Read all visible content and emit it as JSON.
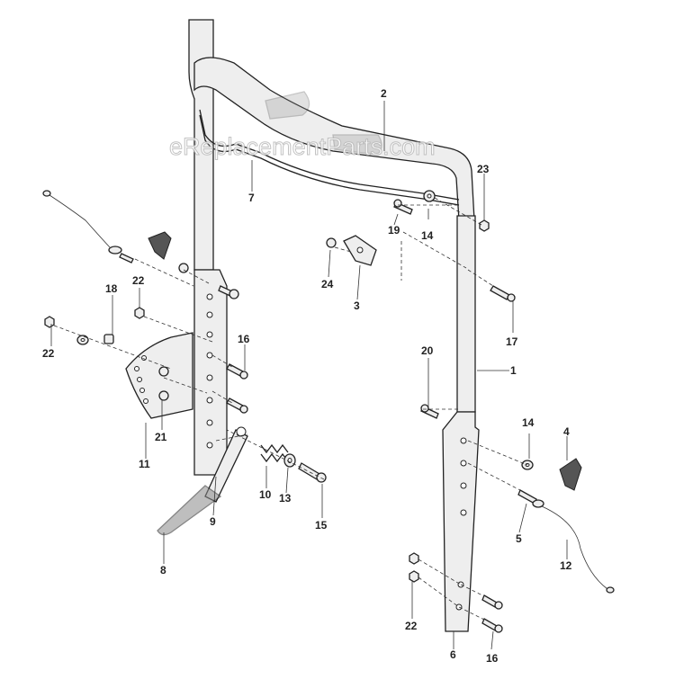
{
  "watermark": "eReplacementParts.com",
  "labels": {
    "l1": "1",
    "l2": "2",
    "l3": "3",
    "l4": "4",
    "l5": "5",
    "l6": "6",
    "l7": "7",
    "l8": "8",
    "l9": "9",
    "l10": "10",
    "l11": "11",
    "l12": "12",
    "l13": "13",
    "l14a": "14",
    "l14b": "14",
    "l15": "15",
    "l16a": "16",
    "l16b": "16",
    "l17": "17",
    "l18": "18",
    "l19": "19",
    "l20": "20",
    "l21": "21",
    "l22a": "22",
    "l22b": "22",
    "l22c": "22",
    "l23": "23",
    "l24": "24"
  }
}
